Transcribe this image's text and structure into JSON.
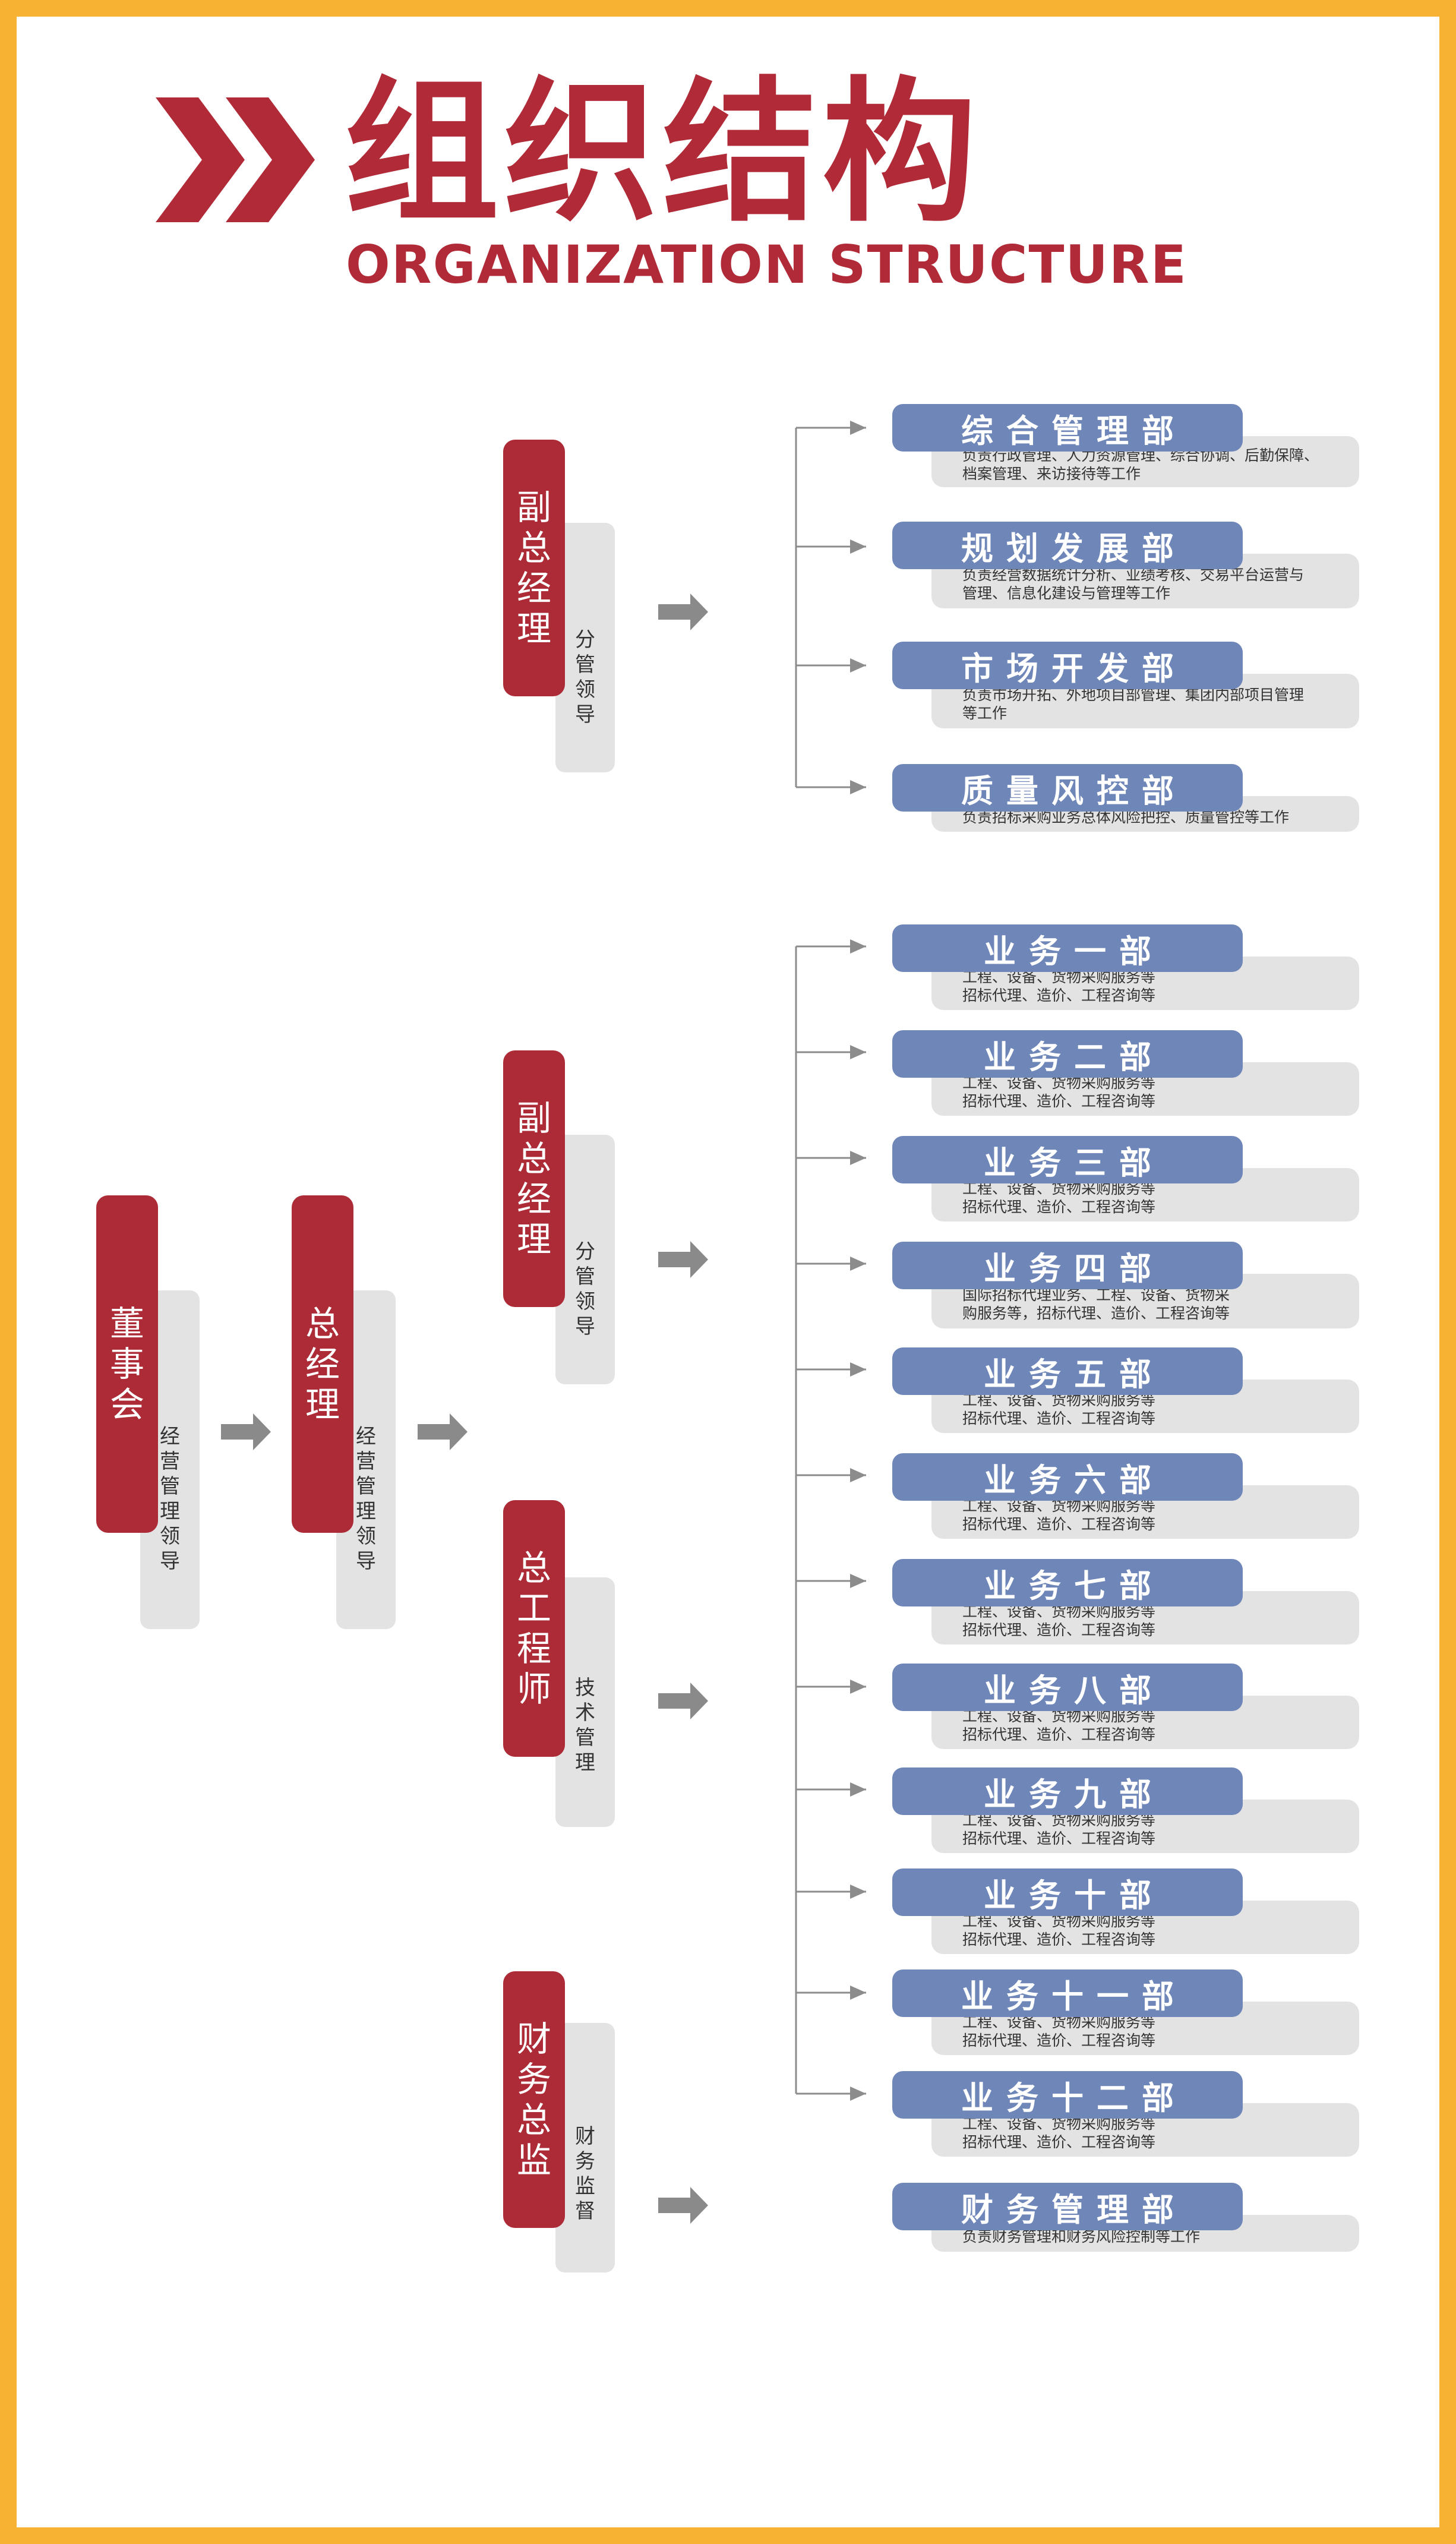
{
  "title": "组织结构",
  "subtitle": "ORGANIZATION STRUCTURE",
  "colors": {
    "border": "#f7b133",
    "role_red": "#ac2b37",
    "title_red": "#b12a38",
    "dept_blue": "#6f86b9",
    "grey": "#e3e3e3",
    "arrow": "#898989"
  },
  "roles": {
    "board": {
      "name": "董事会",
      "duty": "经营管理领导"
    },
    "gm": {
      "name": "总经理",
      "duty": "经营管理领导"
    },
    "vgm1": {
      "name": "副总经理",
      "duty": "分管领导"
    },
    "vgm2": {
      "name": "副总经理",
      "duty": "分管领导"
    },
    "chief_engineer": {
      "name": "总工程师",
      "duty": "技术管理"
    },
    "cfo": {
      "name": "财务总监",
      "duty": "财务监督"
    }
  },
  "departments": [
    {
      "name": "综合管理部",
      "desc": [
        "负责行政管理、人力资源管理、综合协调、后勤保障、",
        "档案管理、来访接待等工作"
      ]
    },
    {
      "name": "规划发展部",
      "desc": [
        "负责经营数据统计分析、业绩考核、交易平台运营与",
        "管理、信息化建设与管理等工作"
      ]
    },
    {
      "name": "市场开发部",
      "desc": [
        "负责市场开拓、外地项目部管理、集团内部项目管理",
        "等工作"
      ]
    },
    {
      "name": "质量风控部",
      "desc": [
        "负责招标采购业务总体风险把控、质量管控等工作"
      ]
    },
    {
      "name": "业务一部",
      "desc": [
        "工程、设备、货物采购服务等",
        "招标代理、造价、工程咨询等"
      ]
    },
    {
      "name": "业务二部",
      "desc": [
        "工程、设备、货物采购服务等",
        "招标代理、造价、工程咨询等"
      ]
    },
    {
      "name": "业务三部",
      "desc": [
        "工程、设备、货物采购服务等",
        "招标代理、造价、工程咨询等"
      ]
    },
    {
      "name": "业务四部",
      "desc": [
        "国际招标代理业务、工程、设备、货物采",
        "购服务等，招标代理、造价、工程咨询等"
      ]
    },
    {
      "name": "业务五部",
      "desc": [
        "工程、设备、货物采购服务等",
        "招标代理、造价、工程咨询等"
      ]
    },
    {
      "name": "业务六部",
      "desc": [
        "工程、设备、货物采购服务等",
        "招标代理、造价、工程咨询等"
      ]
    },
    {
      "name": "业务七部",
      "desc": [
        "工程、设备、货物采购服务等",
        "招标代理、造价、工程咨询等"
      ]
    },
    {
      "name": "业务八部",
      "desc": [
        "工程、设备、货物采购服务等",
        "招标代理、造价、工程咨询等"
      ]
    },
    {
      "name": "业务九部",
      "desc": [
        "工程、设备、货物采购服务等",
        "招标代理、造价、工程咨询等"
      ]
    },
    {
      "name": "业务十部",
      "desc": [
        "工程、设备、货物采购服务等",
        "招标代理、造价、工程咨询等"
      ]
    },
    {
      "name": "业务十一部",
      "desc": [
        "工程、设备、货物采购服务等",
        "招标代理、造价、工程咨询等"
      ]
    },
    {
      "name": "业务十二部",
      "desc": [
        "工程、设备、货物采购服务等",
        "招标代理、造价、工程咨询等"
      ]
    },
    {
      "name": "财务管理部",
      "desc": [
        "负责财务管理和财务风险控制等工作"
      ]
    }
  ]
}
